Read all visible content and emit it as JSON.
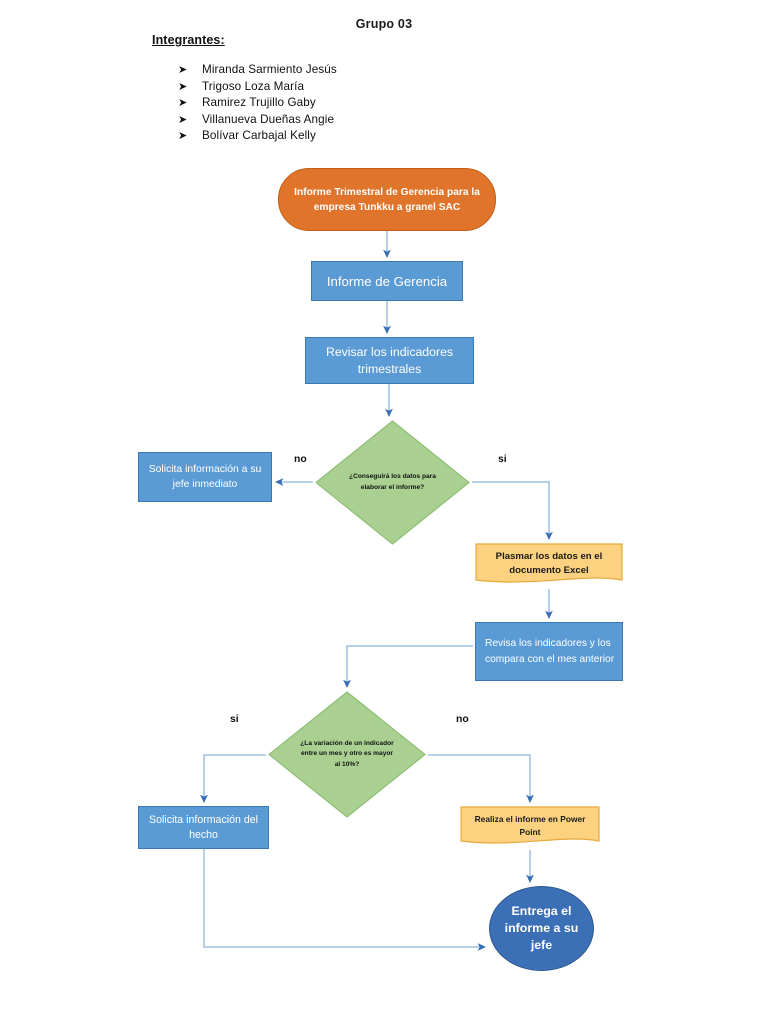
{
  "header": {
    "title": "Grupo 03",
    "members_heading": "Integrantes:",
    "bullet_glyph": "➤",
    "members": [
      "Miranda Sarmiento Jesús",
      "Trigoso Loza María",
      "Ramirez Trujillo Gaby",
      "Villanueva Dueñas Angie",
      "Bolívar Carbajal Kelly"
    ]
  },
  "colors": {
    "start_fill": "#E0742A",
    "start_stroke": "#C25E18",
    "process_fill": "#5B9BD5",
    "process_stroke": "#3A78B5",
    "decision_fill": "#A9CF91",
    "decision_stroke": "#8FBF76",
    "document_fill": "#FCD281",
    "document_stroke": "#E6A93C",
    "end_fill": "#3B6FB6",
    "end_stroke": "#2D578F",
    "connector": "#8FB4DE",
    "arrow": "#3A6FB5",
    "text_light": "#FFFFFF",
    "text_dark": "#111111"
  },
  "flowchart": {
    "type": "flowchart",
    "nodes": {
      "start": {
        "label": "Informe Trimestral de Gerencia para la empresa Tunkku a granel SAC",
        "shape": "rounded-terminator"
      },
      "informe_gerencia": {
        "label": "Informe de Gerencia",
        "shape": "process"
      },
      "revisar_indicadores": {
        "label": "Revisar los indicadores trimestrales",
        "shape": "process"
      },
      "decision_datos": {
        "label": "¿Conseguirá los datos para elaborar el informe?",
        "shape": "decision"
      },
      "solicita_jefe": {
        "label": "Solicita información a su jefe inmediato",
        "shape": "process"
      },
      "plasmar_excel": {
        "label": "Plasmar los datos en el documento Excel",
        "shape": "document"
      },
      "revisa_compara": {
        "label": "Revisa los indicadores y los compara con el mes anterior",
        "shape": "process"
      },
      "decision_variacion": {
        "label": "¿La variación de un indicador entre un mes y otro es mayor al 10%?",
        "shape": "decision"
      },
      "solicita_hecho": {
        "label": "Solicita información del hecho",
        "shape": "process"
      },
      "realiza_ppt": {
        "label": "Realiza el informe en Power Point",
        "shape": "document"
      },
      "entrega": {
        "label": "Entrega el informe a su jefe",
        "shape": "terminator-ellipse"
      }
    },
    "edge_labels": {
      "decision_datos_no": "no",
      "decision_datos_si": "si",
      "decision_variacion_si": "si",
      "decision_variacion_no": "no"
    }
  }
}
